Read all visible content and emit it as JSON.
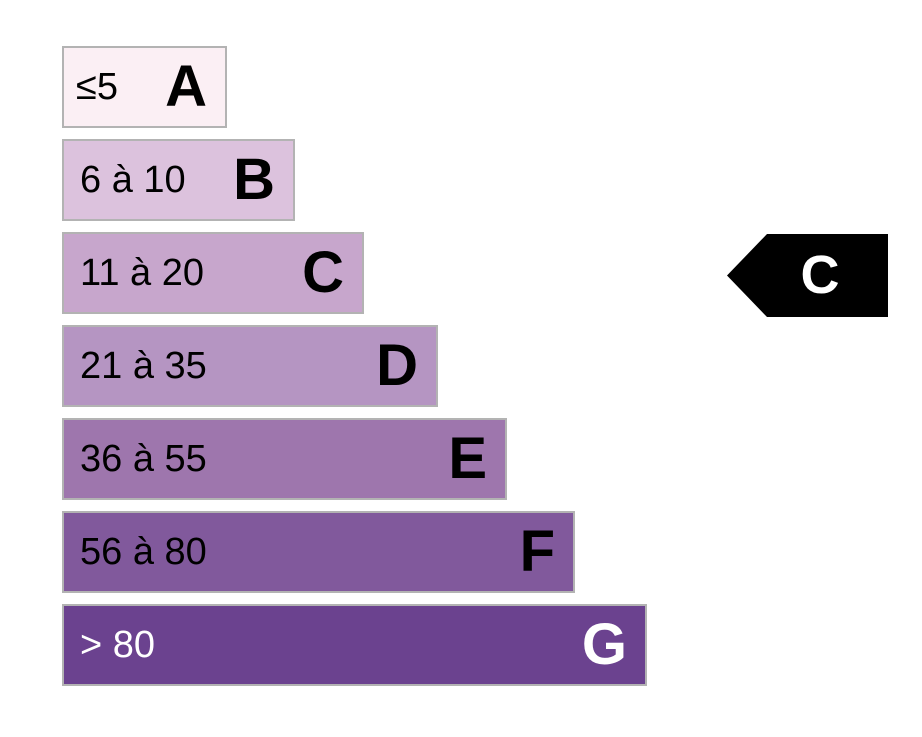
{
  "classes": [
    {
      "letter": "A",
      "range": "≤5",
      "color": "#fbeff4"
    },
    {
      "letter": "B",
      "range": "6 à 10",
      "color": "#dcc2dd"
    },
    {
      "letter": "C",
      "range": "11 à 20",
      "color": "#c7a6cc"
    },
    {
      "letter": "D",
      "range": "21 à 35",
      "color": "#b595c2"
    },
    {
      "letter": "E",
      "range": "36 à 55",
      "color": "#9e76ad"
    },
    {
      "letter": "F",
      "range": "56 à 80",
      "color": "#81599c"
    },
    {
      "letter": "G",
      "range": "> 80",
      "color": "#6b428f"
    }
  ],
  "indicator": {
    "letter": "C",
    "color": "#000000"
  }
}
